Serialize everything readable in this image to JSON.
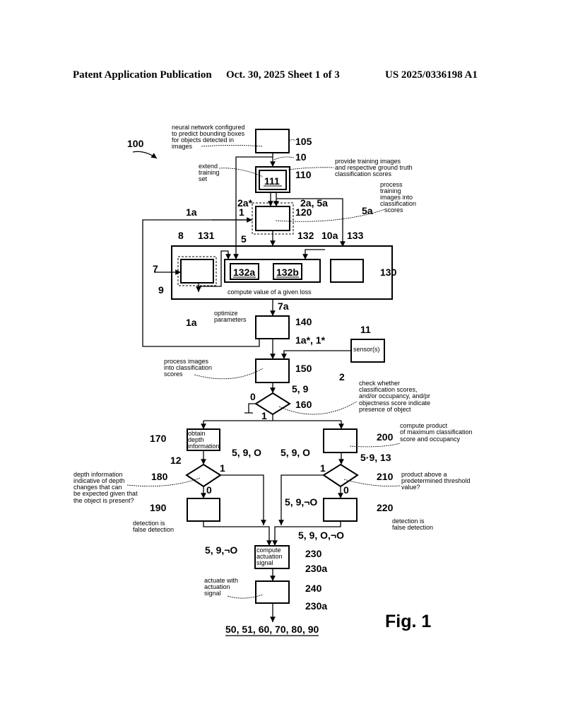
{
  "header": {
    "publication": "Patent Application Publication",
    "date_sheet": "Oct. 30, 2025  Sheet 1 of 3",
    "number": "US 2025/0336198 A1"
  },
  "figure_label": "Fig. 1",
  "refs": {
    "r100": "100",
    "r105": "105",
    "r10": "10",
    "r110": "110",
    "r111": "111",
    "r2a_star": "2a*",
    "r2a5a": "2a, 5a",
    "r1": "1",
    "r1a_top": "1a",
    "r120": "120",
    "r5a": "5a",
    "r5": "5",
    "r8": "8",
    "r131": "131",
    "r132": "132",
    "r10a": "10a",
    "r133": "133",
    "r7": "7",
    "r9": "9",
    "r130": "130",
    "r132a": "132a",
    "r132b": "132b",
    "r7a": "7a",
    "r140": "140",
    "r1a_bottom": "1a",
    "r1a1": "1a*, 1*",
    "r11": "11",
    "r2": "2",
    "r150": "150",
    "r59": "5, 9",
    "r160": "160",
    "r0_160": "0",
    "r1_160": "1",
    "r170": "170",
    "r200": "200",
    "r59O_left": "5, 9, O",
    "r59O_right": "5, 9, O",
    "r12": "12",
    "r5913": "5·9, 13",
    "r180": "180",
    "r1_180": "1",
    "r0_180": "0",
    "r210": "210",
    "r1_210": "1",
    "r0_210": "0",
    "r190": "190",
    "r220": "220",
    "r59notO_mid": "5, 9,¬O",
    "r59OnotO": "5, 9, O,¬O",
    "r59notO_left": "5, 9,¬O",
    "r230": "230",
    "r230a_1": "230a",
    "r240": "240",
    "r230a_2": "230a",
    "outputs": "50, 51, 60, 70, 80, 90"
  },
  "annotations": {
    "neural_network": [
      "neural network configured",
      "to predict bounding boxes",
      "for objects detected in",
      "images"
    ],
    "extend": [
      "extend",
      "training",
      "set"
    ],
    "provide": [
      "provide training images",
      "and respective ground truth",
      "classification scores"
    ],
    "process_training": [
      "process",
      "training",
      "images into",
      "classification",
      "scores"
    ],
    "loss": "compute value of a given loss",
    "optimize": [
      "optimize",
      "parameters"
    ],
    "sensor": "sensor(s)",
    "process_images": [
      "process images",
      "into classification",
      "scores"
    ],
    "check": [
      "check whether",
      "classification scores,",
      "and/or occupancy, and/pr",
      "objectness score indicate",
      "presence of object"
    ],
    "obtain_depth": [
      "obtain",
      "depth",
      "information"
    ],
    "compute_product": [
      "compute product",
      "of maximum classification",
      "score and occupancy"
    ],
    "depth_info": [
      "depth information",
      "indicative of depth",
      "changes that can",
      "be expected given that",
      "the object is present?"
    ],
    "product_above": [
      "product above a",
      "predetermined threshold",
      "value?"
    ],
    "false_left": [
      "detection is",
      "false detection"
    ],
    "false_right": [
      "detection is",
      "false detection"
    ],
    "compute_actuation": [
      "compute",
      "actuation",
      "signal"
    ],
    "actuate": [
      "actuate with",
      "actuation",
      "signal"
    ]
  }
}
